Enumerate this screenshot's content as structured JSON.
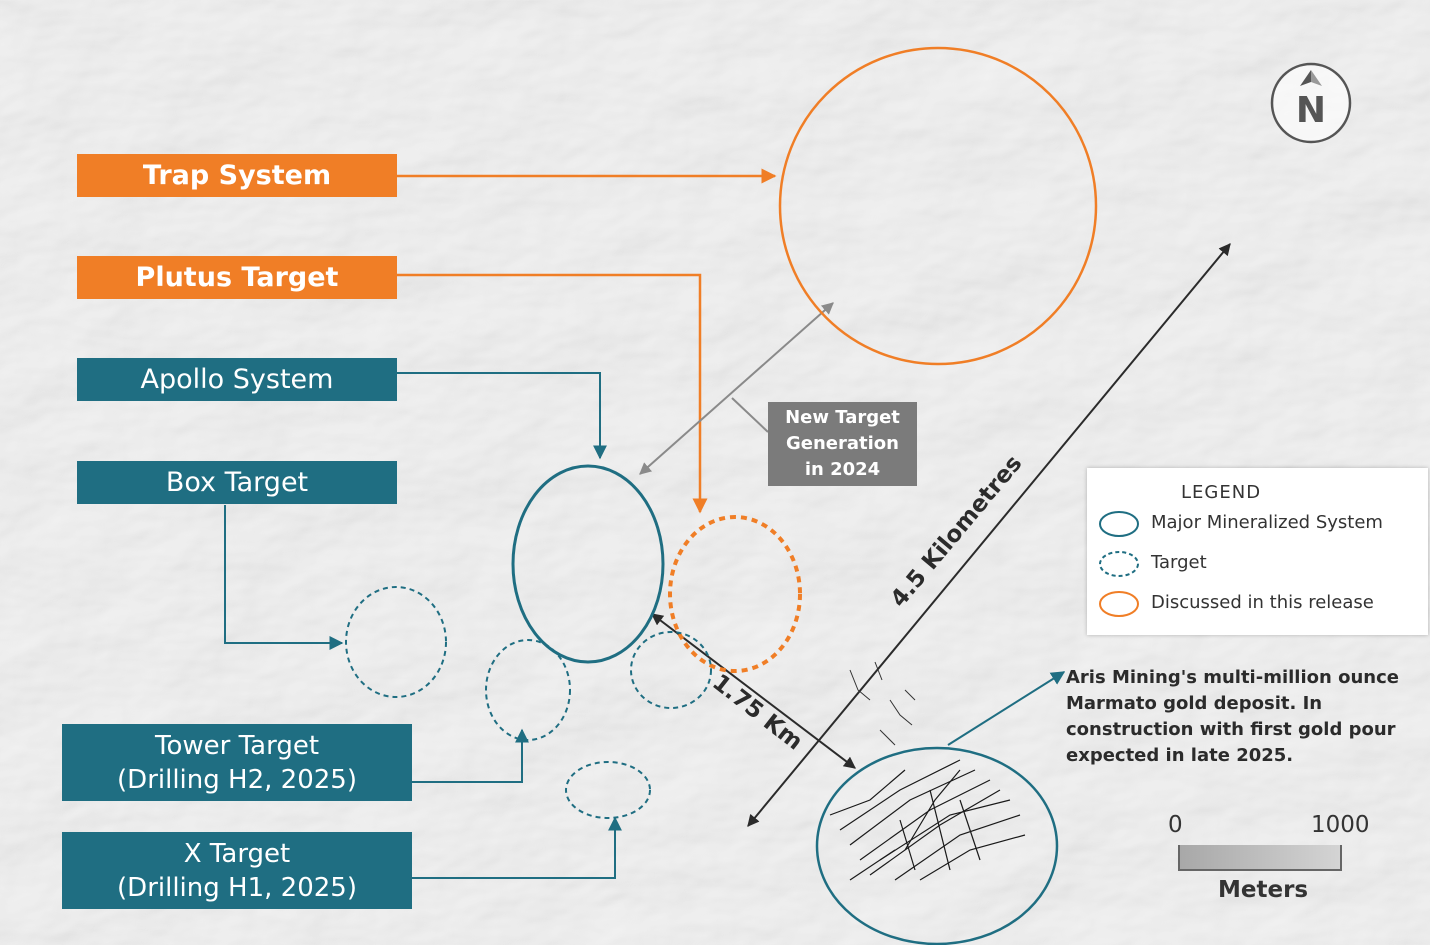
{
  "labels": {
    "trap_system": "Trap System",
    "plutus_target": "Plutus Target",
    "apollo_system": "Apollo System",
    "box_target": "Box Target",
    "tower_target_line1": "Tower Target",
    "tower_target_line2": "(Drilling H2, 2025)",
    "x_target_line1": "X Target",
    "x_target_line2": "(Drilling H1, 2025)"
  },
  "new_target": {
    "line1": "New Target",
    "line2": "Generation",
    "line3": "in 2024"
  },
  "distances": {
    "long": "4.5 Kilometres",
    "short": "1.75 Km"
  },
  "legend": {
    "title": "LEGEND",
    "items": [
      {
        "label": "Major Mineralized System",
        "style": "solid",
        "color": "#1f6e82"
      },
      {
        "label": "Target",
        "style": "dashed",
        "color": "#1f6e82"
      },
      {
        "label": "Discussed in this release",
        "style": "solid",
        "color": "#f07e26"
      }
    ]
  },
  "deposit_note": "Aris Mining's multi-million ounce Marmato gold deposit. In construction with first gold pour expected in late 2025.",
  "scale": {
    "start": "0",
    "end": "1000",
    "unit": "Meters"
  },
  "north_label": "N",
  "colors": {
    "orange": "#f07e26",
    "teal": "#1f6e82",
    "gray": "#7b7b7b",
    "dark": "#2b2b2b"
  }
}
